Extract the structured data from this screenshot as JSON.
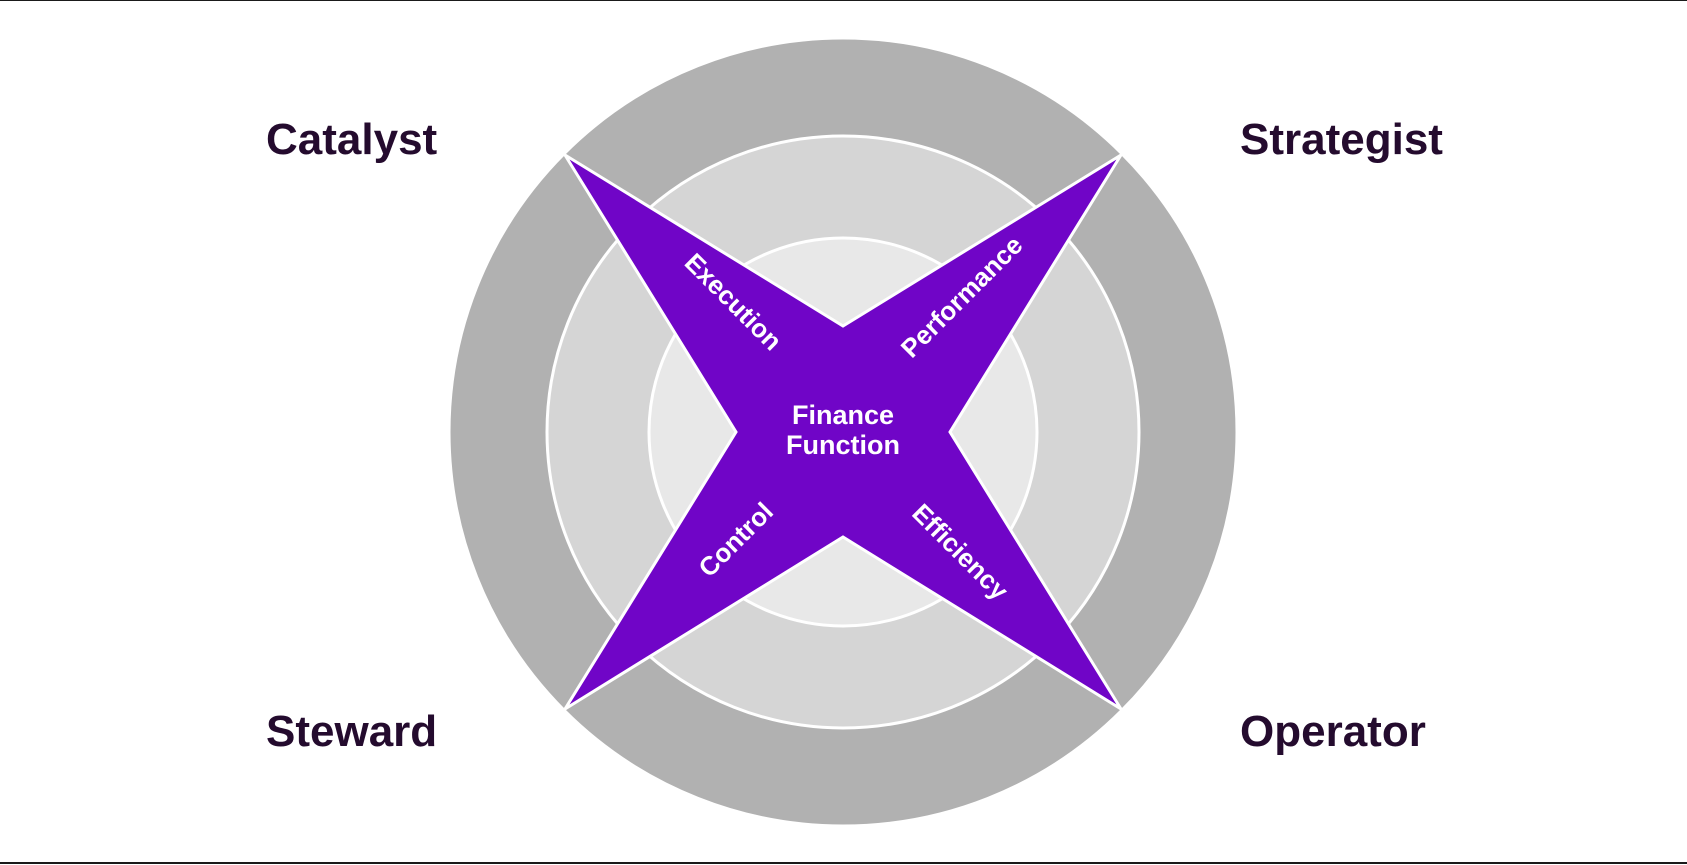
{
  "diagram": {
    "quadrants": {
      "top_left": "Catalyst",
      "top_right": "Strategist",
      "bottom_left": "Steward",
      "bottom_right": "Operator"
    },
    "star_arms": {
      "upper_left": "Execution",
      "upper_right": "Performance",
      "lower_left": "Control",
      "lower_right": "Efficiency"
    },
    "center_line1": "Finance",
    "center_line2": "Function"
  },
  "colors": {
    "outer_ring": "#b1b1b1",
    "middle_ring": "#d5d5d5",
    "inner_ring": "#e8e8e8",
    "star": "#7005c7",
    "ring_stroke": "#ffffff",
    "label_text": "#240b2e",
    "star_text": "#ffffff"
  }
}
